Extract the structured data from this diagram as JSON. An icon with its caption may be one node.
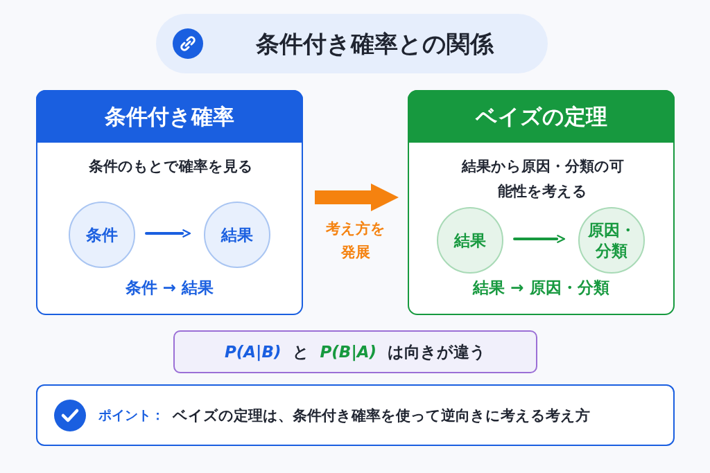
{
  "diagram": {
    "nodes": [
      {
        "text": [
          "条件付き確率との関係"
        ]
      },
      {
        "text": [
          "条件付き確率",
          "条件のもとで確率を見る"
        ]
      },
      {
        "text": [
          "条件"
        ],
        "in": 1
      },
      {
        "text": [
          "結果"
        ],
        "in": 1
      },
      {
        "text": [
          "ベイズの定理",
          "結果から原因・分類の可能性を考える"
        ]
      },
      {
        "text": [
          "結果"
        ],
        "in": 4
      },
      {
        "text": [
          "原因・分類"
        ],
        "in": 4
      },
      {
        "text": [
          "P(A|B)",
          "と",
          "P(B|A)",
          "は向きが違う"
        ]
      },
      {
        "text": [
          "ポイント：",
          "ベイズの定理は、条件付き確率を使って逆向きに考える考え方"
        ]
      }
    ],
    "edges": [
      {
        "from": 2,
        "to": 3,
        "arrow": "to",
        "color": "#1a5fe0"
      },
      {
        "from": 5,
        "to": 6,
        "arrow": "to",
        "color": "#17993f"
      },
      {
        "from": 1,
        "to": 4,
        "arrow": "to",
        "label": "考え方を発展",
        "style": "thick",
        "color": "#f5820f"
      }
    ],
    "labels": [
      "条件 → 結果",
      "結果 → 原因・分類"
    ]
  }
}
